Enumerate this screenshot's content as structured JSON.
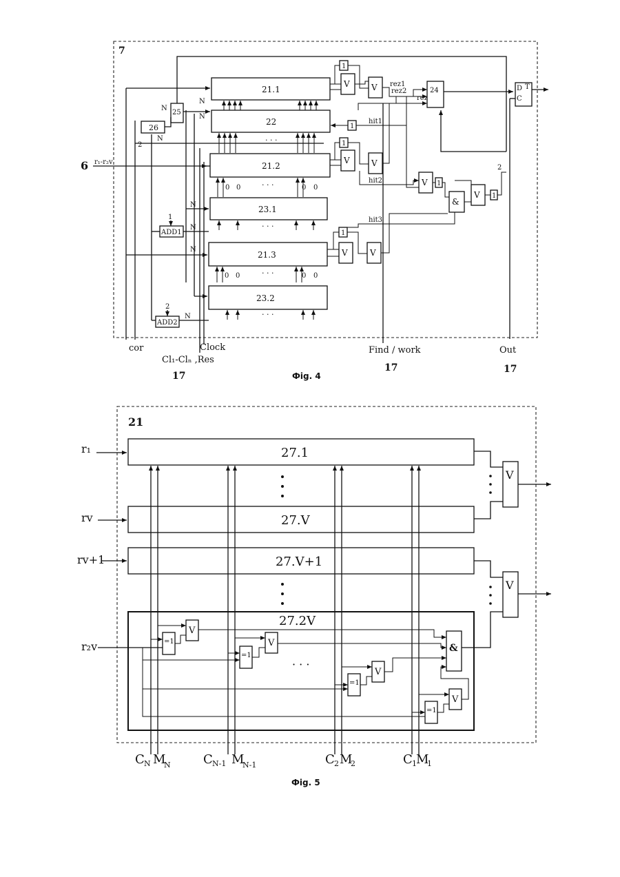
{
  "fig4": {
    "frame_label": "7",
    "input_left_num": "6",
    "input_left": "r₁-r₂v",
    "blocks": {
      "b21_1": "21.1",
      "b22": "22",
      "b21_2": "21.2",
      "b23_1": "23.1",
      "b21_3": "21.3",
      "b23_2": "23.2",
      "b24": "24",
      "b25": "25",
      "b26": "26",
      "add1": "ADD1",
      "add2": "ADD2"
    },
    "gates": {
      "or": "V",
      "and": "&",
      "one": "1",
      "dots": "· · ·",
      "zero": "0"
    },
    "signals": {
      "rez1": "rez1",
      "rez2": "rez2",
      "rez3": "rez3",
      "hit1": "hit1",
      "hit2": "hit2",
      "hit3": "hit3",
      "N": "N",
      "two": "2",
      "one": "1",
      "trigger_T": "T",
      "trigger_D": "D",
      "trigger_C": "C"
    },
    "bottom": {
      "cor": "cor",
      "clock": "Clock",
      "cl": "Cl₁-Clₙ ,Res",
      "find_work": "Find / work",
      "out": "Out",
      "num_left": "17",
      "num_mid": "17",
      "num_right": "17"
    },
    "caption": "Фig. 4"
  },
  "fig5": {
    "frame_label": "21",
    "inputs": {
      "r1": "r₁",
      "rv": "rv",
      "rv1": "rv+1",
      "r2v": "r₂v"
    },
    "blocks": {
      "b27_1": "27.1",
      "b27_v": "27.V",
      "b27_v1": "27.V+1",
      "b27_2v": "27.2V"
    },
    "gates": {
      "or": "V",
      "and": "&",
      "xnor": "=1",
      "dots": "· · ·"
    },
    "bottom": {
      "cn": "C",
      "cn_sub": "N",
      "mn": "M",
      "mn_sub": "N",
      "cn1": "C",
      "cn1_sub": "N-1",
      "mn1": "M",
      "mn1_sub": "N-1",
      "c2": "C",
      "c2_sub": "2",
      "m2": "M",
      "m2_sub": "2",
      "c1": "C",
      "c1_sub": "1",
      "m1": "M",
      "m1_sub": "1"
    },
    "caption": "Фig. 5"
  }
}
